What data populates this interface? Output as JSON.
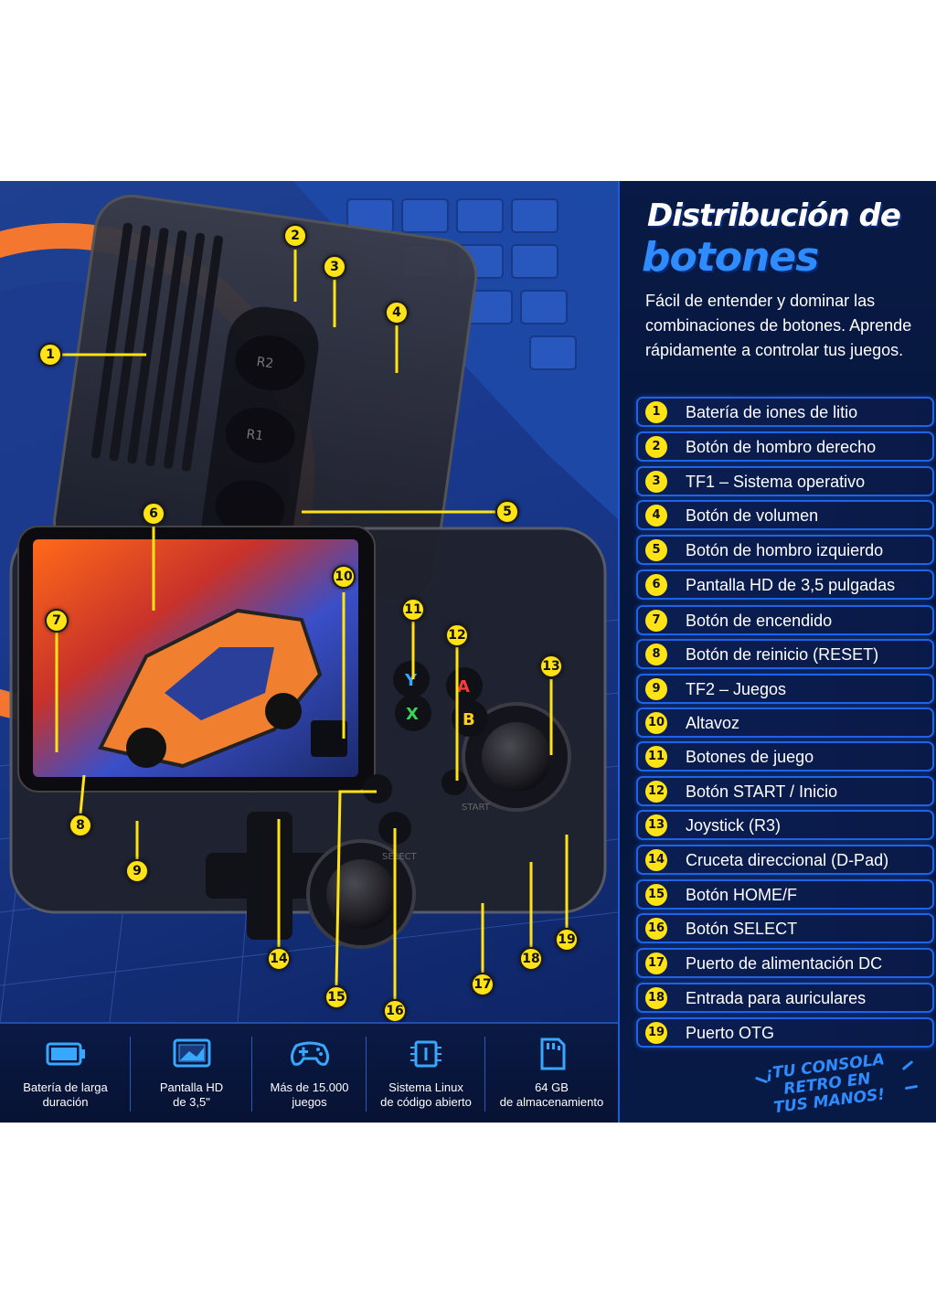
{
  "panel": {
    "title_line1": "Distribución de",
    "title_line2": "botones",
    "intro": "Fácil de entender y dominar las combinaciones de botones. Aprende rápidamente a controlar tus juegos.",
    "items": [
      {
        "num": "1",
        "label": "Batería de iones de litio"
      },
      {
        "num": "2",
        "label": "Botón de hombro derecho"
      },
      {
        "num": "3",
        "label": "TF1 – Sistema operativo"
      },
      {
        "num": "4",
        "label": "Botón de volumen"
      },
      {
        "num": "5",
        "label": "Botón de hombro izquierdo"
      },
      {
        "num": "6",
        "label": "Pantalla HD de 3,5 pulgadas"
      },
      {
        "num": "7",
        "label": "Botón de encendido"
      },
      {
        "num": "8",
        "label": "Botón de reinicio (RESET)"
      },
      {
        "num": "9",
        "label": "TF2 – Juegos"
      },
      {
        "num": "10",
        "label": "Altavoz"
      },
      {
        "num": "11",
        "label": "Botones de juego"
      },
      {
        "num": "12",
        "label": "Botón START / Inicio"
      },
      {
        "num": "13",
        "label": "Joystick (R3)"
      },
      {
        "num": "14",
        "label": "Cruceta direccional (D-Pad)"
      },
      {
        "num": "15",
        "label": "Botón HOME/F"
      },
      {
        "num": "16",
        "label": "Botón SELECT"
      },
      {
        "num": "17",
        "label": "Puerto de alimentación DC"
      },
      {
        "num": "18",
        "label": "Entrada para auriculares"
      },
      {
        "num": "19",
        "label": "Puerto OTG"
      }
    ],
    "slogan": [
      "¡TU CONSOLA",
      "RETRO EN",
      "TUS MANOS!"
    ]
  },
  "features": [
    {
      "icon": "battery-icon",
      "line1": "Batería de larga",
      "line2": "duración"
    },
    {
      "icon": "screen-icon",
      "line1": "Pantalla HD",
      "line2": "de 3,5\""
    },
    {
      "icon": "gamepad-icon",
      "line1": "Más de 15.000",
      "line2": "juegos"
    },
    {
      "icon": "chip-icon",
      "line1": "Sistema Linux",
      "line2": "de código abierto"
    },
    {
      "icon": "sd-card-icon",
      "line1": "64 GB",
      "line2": "de almacenamiento"
    }
  ],
  "photo": {
    "button_labels": {
      "a": "A",
      "b": "B",
      "x": "X",
      "y": "Y",
      "start": "START",
      "select": "SELECT",
      "r2": "R2",
      "r1": "R1"
    }
  },
  "colors": {
    "accent": "#2f8cff",
    "callout": "#ffe315",
    "background": "#06122f"
  }
}
